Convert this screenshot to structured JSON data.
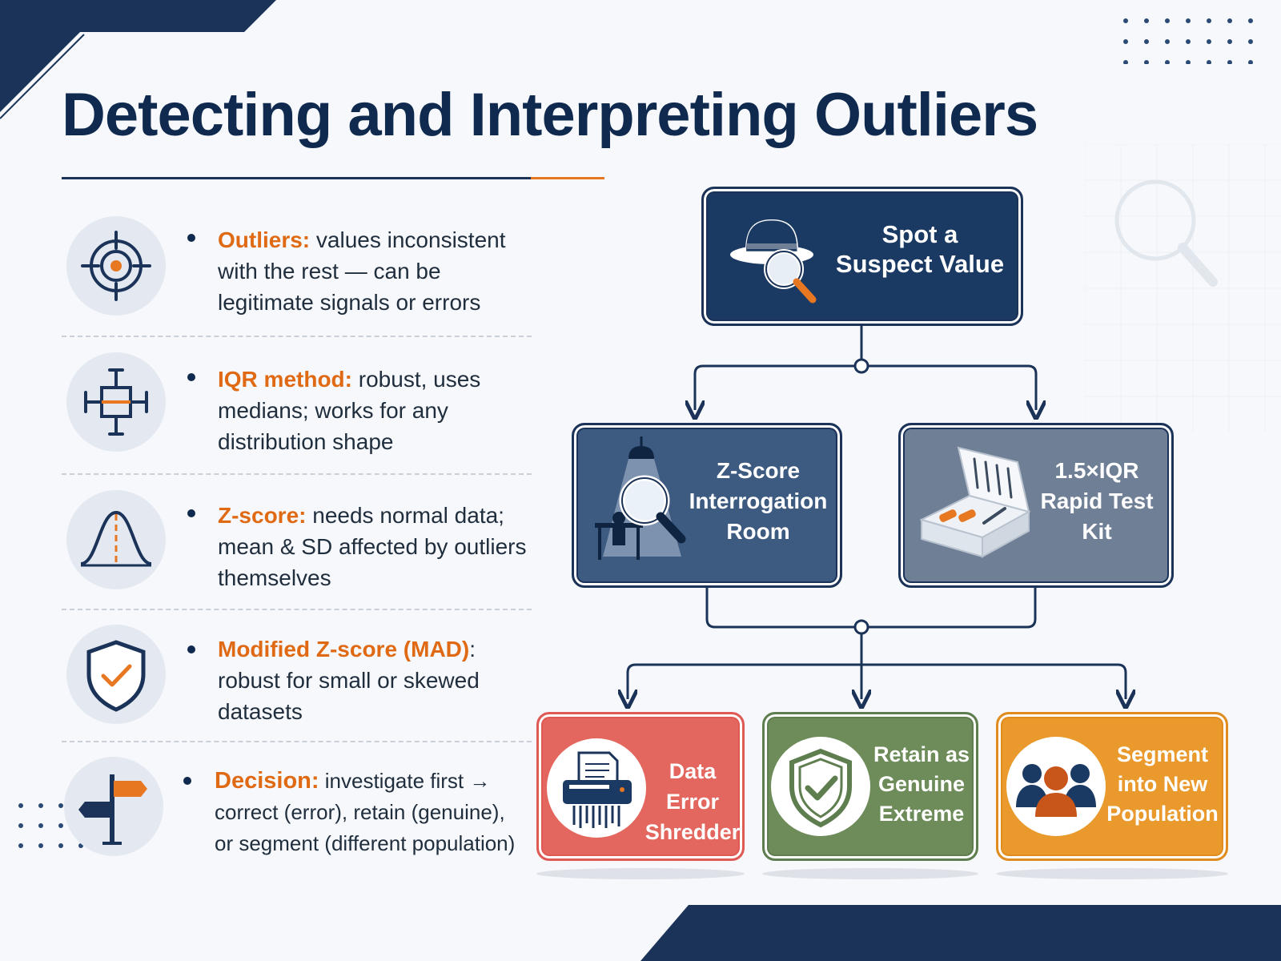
{
  "title": "Detecting and Interpreting Outliers",
  "colors": {
    "navy": "#1b3a63",
    "slate": "#6f7f96",
    "orange_accent": "#e87722",
    "error_red": "#e4675f",
    "retain_green": "#6d8c5a",
    "segment_orange": "#ea9a2d"
  },
  "bullets": [
    {
      "icon": "target-icon",
      "keyword": "Outliers:",
      "text": " values inconsistent with the rest — can be legitimate signals or errors"
    },
    {
      "icon": "boxplot-icon",
      "keyword": "IQR method:",
      "text": " robust, uses medians; works for any distribution shape"
    },
    {
      "icon": "bell-curve-icon",
      "keyword": "Z-score:",
      "text": " needs normal data; mean & SD affected by outliers themselves"
    },
    {
      "icon": "shield-check-icon",
      "keyword": "Modified Z-score (MAD)",
      "text": ": robust for small or skewed datasets"
    },
    {
      "icon": "signpost-icon",
      "keyword": "Decision:",
      "text": " investigate first → correct (error), retain (genuine), or segment (different population)"
    }
  ],
  "flow": {
    "start": {
      "label": "Spot a Suspect Value",
      "icon": "detective-magnifier-icon"
    },
    "methods": [
      {
        "label": "Z-Score Interrogation Room",
        "icon": "interrogation-lamp-icon"
      },
      {
        "label": "1.5×IQR Rapid Test Kit",
        "icon": "test-kit-icon"
      }
    ],
    "outcomes": [
      {
        "label": "Data Error Shredder",
        "icon": "shredder-icon"
      },
      {
        "label": "Retain as Genuine Extreme",
        "icon": "shield-check-icon"
      },
      {
        "label": "Segment into New Population",
        "icon": "people-group-icon"
      }
    ]
  }
}
